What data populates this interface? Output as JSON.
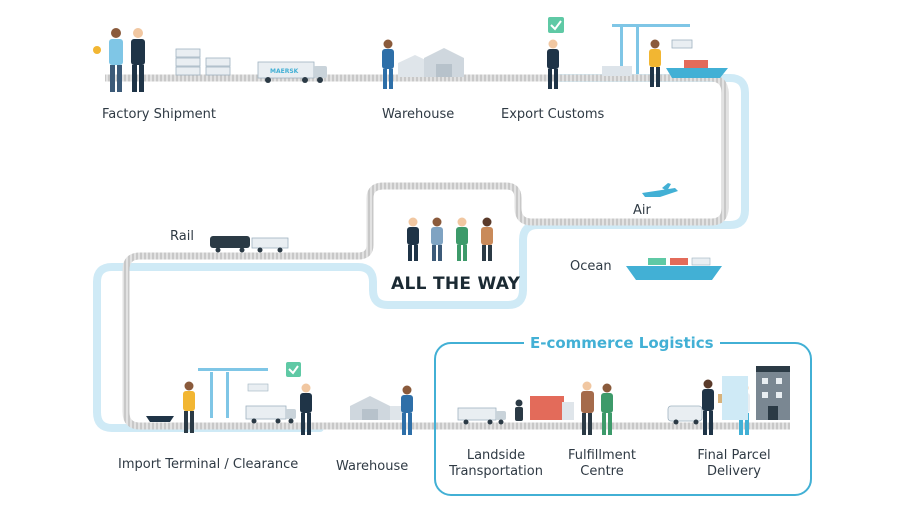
{
  "stages": {
    "factory_shipment": "Factory Shipment",
    "warehouse_top": "Warehouse",
    "export_customs": "Export Customs",
    "air": "Air",
    "rail": "Rail",
    "ocean": "Ocean",
    "import_terminal": "Import Terminal / Clearance",
    "warehouse_bottom": "Warehouse",
    "landside_transportation": "Landside Transportation",
    "fulfillment_centre": "Fulfillment Centre",
    "final_parcel_delivery": "Final Parcel Delivery"
  },
  "headline": "ALL THE WAY",
  "ecommerce_title": "E-commerce Logistics",
  "brand_text": "MAERSK",
  "colors": {
    "accent": "#42b0d5",
    "pale_blue": "#cfeaf6",
    "track_grey": "#d6d6d6",
    "dark_text": "#1b2a33"
  }
}
